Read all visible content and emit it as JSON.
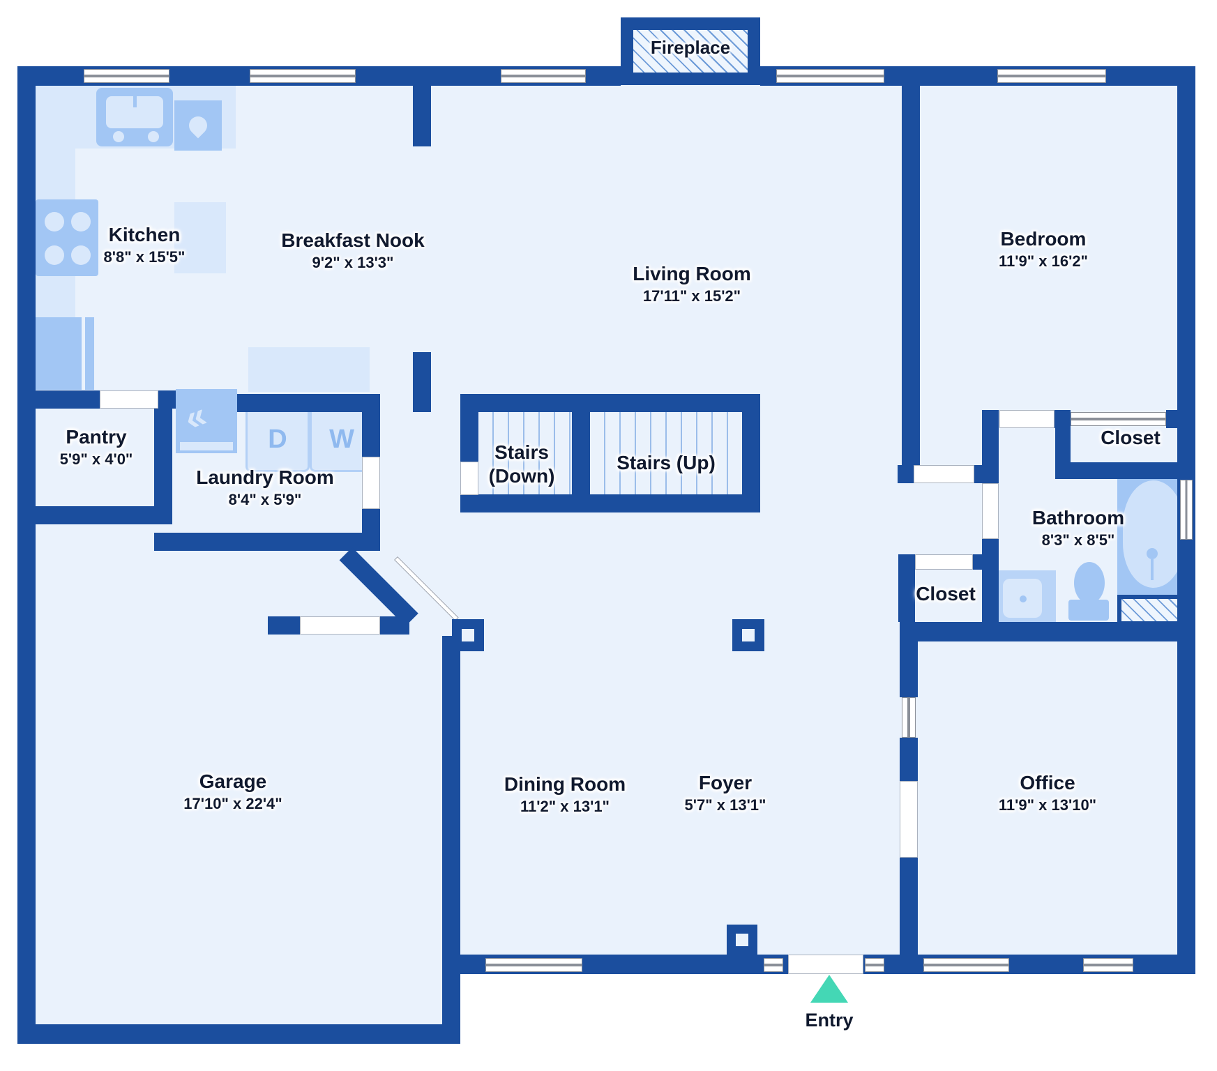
{
  "type": "floor-plan",
  "colors": {
    "wall": "#1b4e9e",
    "floor": "#eaf2fc",
    "fixture": "#a2c6f4",
    "fixture_light": "#d9e8fb",
    "window_line": "#8a8f98",
    "entry_arrow": "#44d7b5",
    "label_text": "#10192e",
    "hatch_line": "#6d9bd8",
    "appliance_letter": "#8fb9ef"
  },
  "rooms": [
    {
      "name": "Kitchen",
      "dims": "8'8\" x 15'5\""
    },
    {
      "name": "Breakfast Nook",
      "dims": "9'2\" x 13'3\""
    },
    {
      "name": "Living Room",
      "dims": "17'11\" x 15'2\""
    },
    {
      "name": "Bedroom",
      "dims": "11'9\" x 16'2\""
    },
    {
      "name": "Pantry",
      "dims": "5'9\" x 4'0\""
    },
    {
      "name": "Laundry Room",
      "dims": "8'4\" x 5'9\""
    },
    {
      "name": "Stairs",
      "dims": "(Down)"
    },
    {
      "name": "Stairs (Up)",
      "dims": ""
    },
    {
      "name": "Closet",
      "dims": ""
    },
    {
      "name": "Bathroom",
      "dims": "8'3\" x 8'5\""
    },
    {
      "name": "Closet",
      "dims": ""
    },
    {
      "name": "Garage",
      "dims": "17'10\" x 22'4\""
    },
    {
      "name": "Dining Room",
      "dims": "11'2\" x 13'1\""
    },
    {
      "name": "Foyer",
      "dims": "5'7\" x 13'1\""
    },
    {
      "name": "Office",
      "dims": "11'9\" x 13'10\""
    }
  ],
  "annotations": {
    "fireplace": "Fireplace",
    "entry": "Entry"
  },
  "appliances": {
    "dryer": "D",
    "washer": "W"
  }
}
